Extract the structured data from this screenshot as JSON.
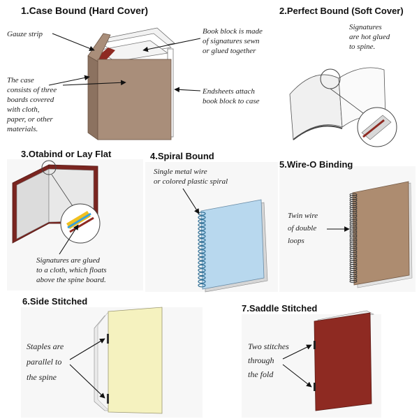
{
  "panels": [
    {
      "id": "case",
      "title": "1.Case Bound (Hard Cover)",
      "notes": {
        "gauze": [
          "Gauze strip"
        ],
        "case": [
          "The case",
          "consists of three",
          "boards covered",
          "with cloth,",
          "paper, or other",
          "materials."
        ],
        "block": [
          "Book block is made",
          "of signatures sewn",
          "or glued together"
        ],
        "endsheets": [
          "Endsheets attach",
          "book block to case"
        ]
      }
    },
    {
      "id": "perfect",
      "title": "2.Perfect Bound (Soft Cover)",
      "notes": {
        "signatures": [
          "Signatures",
          "are hot glued",
          "to spine."
        ]
      }
    },
    {
      "id": "otabind",
      "title": "3.Otabind or Lay Flat",
      "notes": {
        "signatures": [
          "Signatures are glued",
          "to a cloth, which floats",
          "above the spine board."
        ]
      }
    },
    {
      "id": "spiral",
      "title": "4.Spiral Bound",
      "notes": {
        "wire": [
          "Single metal wire",
          "or colored plastic spiral"
        ]
      }
    },
    {
      "id": "wireo",
      "title": "5.Wire-O Binding",
      "notes": {
        "twin": [
          "Twin wire",
          "of double",
          "loops"
        ]
      }
    },
    {
      "id": "side",
      "title": "6.Side Stitched",
      "notes": {
        "staples": [
          "Staples are",
          "parallel to",
          "the spine"
        ]
      }
    },
    {
      "id": "saddle",
      "title": "7.Saddle Stitched",
      "notes": {
        "stitches": [
          "Two stitches",
          "through",
          "the fold"
        ]
      }
    }
  ],
  "colors": {
    "case_cloth": "#a98e7a",
    "case_spine": "#8c7260",
    "spiral_cover": "#b8d8ee",
    "wireo_cover": "#ad8c70",
    "side_cover": "#f5f2bf",
    "saddle_cover": "#8e2a22",
    "page_edge": "#e4e4e4",
    "panel_bg": "#f7f7f7"
  }
}
